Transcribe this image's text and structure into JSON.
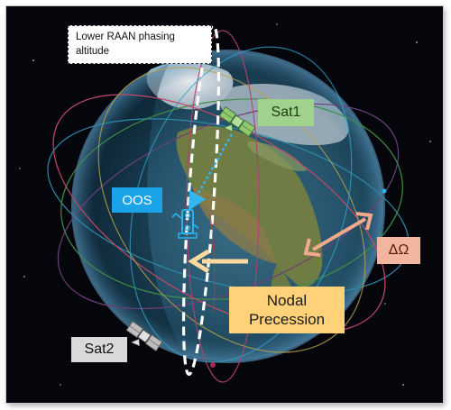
{
  "labels": {
    "callout_line1": "Lower RAAN phasing",
    "callout_line2": "altitude",
    "sat1": "Sat1",
    "sat2": "Sat2",
    "oos": "OOS",
    "delta_omega": "ΔΩ",
    "nodal_line1": "Nodal",
    "nodal_line2": "Precession"
  },
  "colors": {
    "space": "#05060c",
    "sat1_box": "#9fd28c",
    "oos_box": "#1aa3e8",
    "delta_box": "#f2b59e",
    "nodal_box": "#ffd27a",
    "sat2_box": "#d9d9d9",
    "transfer_arrow": "#33b5f0",
    "precession_arrow": "#ffd9a0",
    "delta_arrow": "#f2a98c"
  },
  "icons": [
    "satellite-sat1-icon",
    "satellite-sat2-icon",
    "servicer-oos-icon"
  ]
}
